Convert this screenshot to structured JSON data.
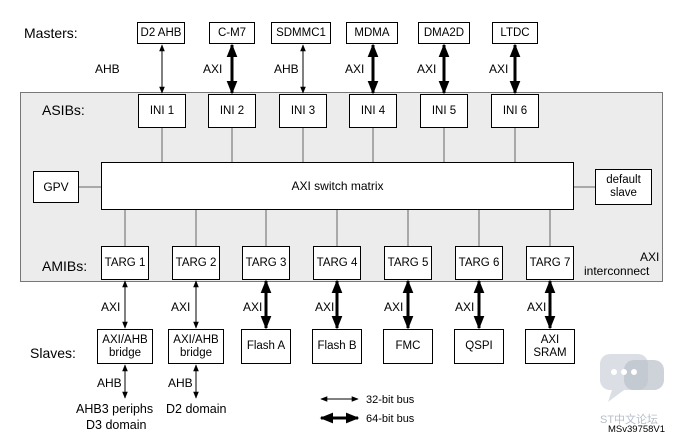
{
  "sections": {
    "masters": "Masters:",
    "asibs": "ASIBs:",
    "amibs": "AMIBs:",
    "slaves": "Slaves:"
  },
  "masters": [
    {
      "label": "D2 AHB",
      "bus": "AHB",
      "width": "32"
    },
    {
      "label": "C-M7",
      "bus": "AXI",
      "width": "64"
    },
    {
      "label": "SDMMC1",
      "bus": "AHB",
      "width": "32"
    },
    {
      "label": "MDMA",
      "bus": "AXI",
      "width": "64"
    },
    {
      "label": "DMA2D",
      "bus": "AXI",
      "width": "64"
    },
    {
      "label": "LTDC",
      "bus": "AXI",
      "width": "64"
    }
  ],
  "asibs": [
    "INI 1",
    "INI 2",
    "INI 3",
    "INI 4",
    "INI 5",
    "INI 6"
  ],
  "matrix": {
    "label": "AXI switch matrix",
    "gpv": "GPV",
    "default_slave_line1": "default",
    "default_slave_line2": "slave",
    "interconnect_line1": "AXI",
    "interconnect_line2": "interconnect"
  },
  "amibs": [
    "TARG 1",
    "TARG 2",
    "TARG 3",
    "TARG 4",
    "TARG 5",
    "TARG 6",
    "TARG 7"
  ],
  "slaves": [
    {
      "line1": "AXI/AHB",
      "line2": "bridge",
      "bus": "AXI",
      "width": "32"
    },
    {
      "line1": "AXI/AHB",
      "line2": "bridge",
      "bus": "AXI",
      "width": "32"
    },
    {
      "line1": "Flash A",
      "line2": "",
      "bus": "AXI",
      "width": "64"
    },
    {
      "line1": "Flash B",
      "line2": "",
      "bus": "AXI",
      "width": "64"
    },
    {
      "line1": "FMC",
      "line2": "",
      "bus": "AXI",
      "width": "64"
    },
    {
      "line1": "QSPI",
      "line2": "",
      "bus": "AXI",
      "width": "64"
    },
    {
      "line1": "AXI",
      "line2": "SRAM",
      "bus": "AXI",
      "width": "64"
    }
  ],
  "downstream": [
    {
      "bus": "AHB",
      "label1": "AHB3 periphs",
      "label2": "D3 domain"
    },
    {
      "bus": "AHB",
      "label1": "D2 domain",
      "label2": ""
    }
  ],
  "legend": {
    "thin": "32-bit bus",
    "thick": "64-bit bus"
  },
  "figure_id": "MSv39758V1",
  "watermark": "ST中文论坛"
}
